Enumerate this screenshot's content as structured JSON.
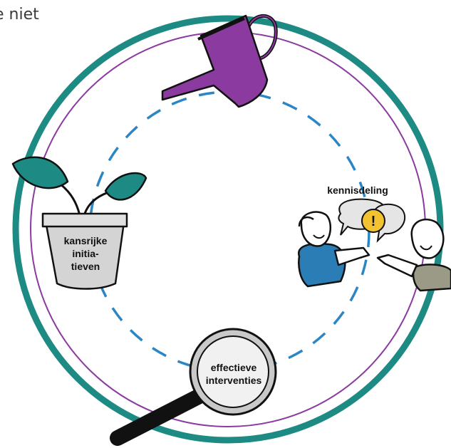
{
  "top_text": "e niet",
  "labels": {
    "kennisdeling": "kennisdeling",
    "exclamation": "!",
    "pot": [
      "kansrijke",
      "initia-",
      "tieven"
    ],
    "magnifier": [
      "effectieve",
      "interventies"
    ]
  },
  "colors": {
    "outer_ring": "#1e8a84",
    "inner_ring": "#8b3a9f",
    "dashed_cycle": "#2b86c5",
    "watering_can": "#8b3a9f",
    "leaves": "#1e8a84",
    "pot": "#d4d4d4",
    "bubble_icon": "#f2c230",
    "shirt_left": "#2b7db5",
    "shirt_right": "#9a9a87",
    "magnifier_rim": "#c9c9c9",
    "handle": "#1a1a1a"
  },
  "icons": [
    "watering-can-icon",
    "plant-pot-icon",
    "people-talking-icon",
    "speech-bubble-icon",
    "magnifying-glass-icon"
  ]
}
